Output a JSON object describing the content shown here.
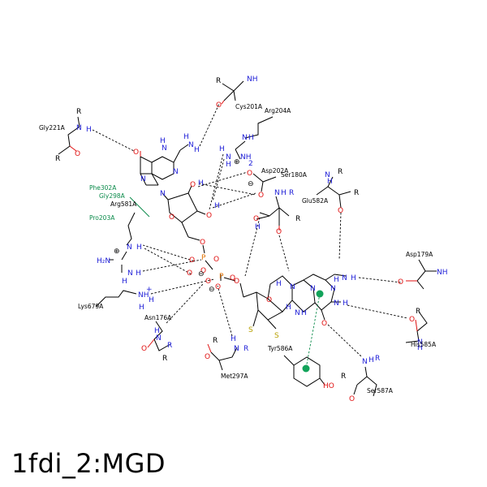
{
  "caption": "1fdi_2:MGD",
  "residues": {
    "cys201a": "Cys201A",
    "arg204a": "Arg204A",
    "gly221a": "Gly221A",
    "asp202a": "Asp202A",
    "ser180a": "Ser180A",
    "glu582a": "Glu582A",
    "arg581a": "Arg581A",
    "lys679a": "Lys679A",
    "asp179a": "Asp179A",
    "his585a": "His585A",
    "asn176a": "Asn176A",
    "met297a": "Met297A",
    "tyr586a": "Tyr586A",
    "ser587a": "Ser587A"
  },
  "hydrophobic": {
    "phe302a": "Phe302A",
    "gly298a": "Gly298A",
    "pro203a": "Pro203A"
  },
  "colors": {
    "nitrogen": "#2020d8",
    "oxygen": "#e01010",
    "sulfur": "#b8a000",
    "phosphorus": "#e07000",
    "hydrophobic": "#0a8a4a"
  }
}
